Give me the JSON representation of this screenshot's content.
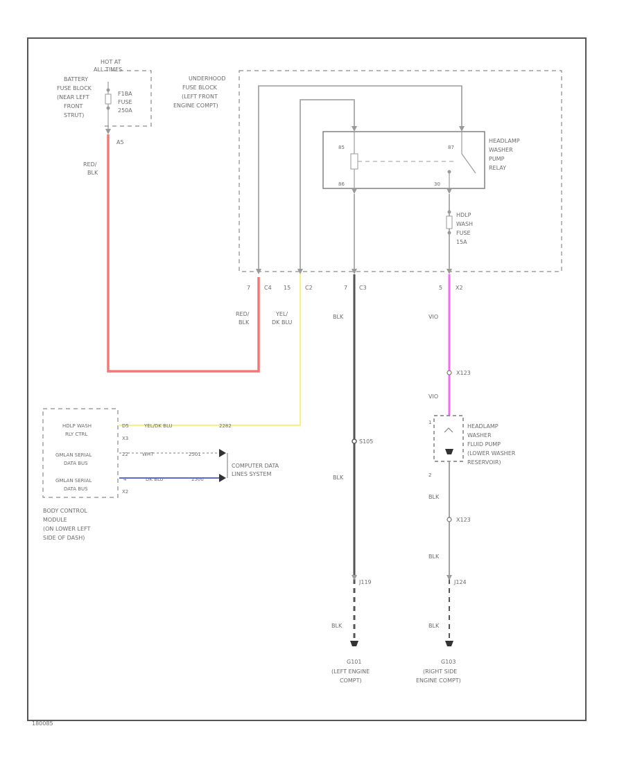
{
  "colors": {
    "red_blk": "#f07878",
    "yel_blk": "#f4f08a",
    "wht": "#aaaaaa",
    "dk_blu": "#5a6ad0",
    "vio": "#f06cf0",
    "blk": "#555555",
    "frame": "#555555"
  },
  "battery_fuse": {
    "hot_label_1": "HOT AT",
    "hot_label_2": "ALL TIMES",
    "location_lines": [
      "BATTERY",
      "FUSE BLOCK",
      "(NEAR LEFT",
      "FRONT",
      "STRUT)"
    ],
    "fuse_lines": [
      "F1BA",
      "FUSE",
      "250A"
    ],
    "pin": "A5"
  },
  "underhood_block": {
    "label_lines": [
      "UNDERHOOD",
      "FUSE BLOCK",
      "(LEFT FRONT",
      "ENGINE COMPT)"
    ],
    "relay_lines": [
      "HEADLAMP",
      "WASHER",
      "PUMP",
      "RELAY"
    ],
    "relay_pins": [
      "85",
      "87",
      "86",
      "30"
    ],
    "fuse_lines": [
      "HDLP",
      "WASH",
      "FUSE",
      "15A"
    ],
    "connectors": [
      {
        "pin": "7",
        "conn": "C4"
      },
      {
        "pin": "15",
        "conn": "C2"
      },
      {
        "pin": "7",
        "conn": "C3"
      },
      {
        "pin": "5",
        "conn": "X2"
      }
    ]
  },
  "wires": {
    "battery_feed": [
      "RED/",
      "BLK"
    ],
    "relay_feed": [
      "RED/",
      "BLK"
    ],
    "relay_control": [
      "YEL/",
      "DK BLU"
    ],
    "relay_ground": "BLK",
    "pump_feed": "VIO",
    "pump_feed_2": "VIO",
    "pump_ground": "BLK",
    "pump_ground_2": "BLK",
    "pump_ground_3": "BLK",
    "relay_ground_2": "BLK",
    "relay_ground_3": "BLK"
  },
  "bcm": {
    "rows": [
      {
        "label": "HDLP WASH",
        "label2": "RLY CTRL",
        "pin": "D5",
        "wire": "YEL/DK BLU",
        "circuit": "2282",
        "conn": "X3"
      },
      {
        "label": "GMLAN SERIAL",
        "label2": "DATA BUS",
        "pin": "22",
        "wire": "WHT",
        "circuit": "2501",
        "conn": ""
      },
      {
        "label": "GMLAN SERIAL",
        "label2": "DATA BUS",
        "pin": "4",
        "wire": "DK BLU",
        "circuit": "2500",
        "conn": "X2"
      }
    ],
    "location_lines": [
      "BODY CONTROL",
      "MODULE",
      "(ON LOWER LEFT",
      "SIDE OF DASH)"
    ],
    "data_link": [
      "COMPUTER DATA",
      "LINES SYSTEM"
    ]
  },
  "pump": {
    "lines": [
      "HEADLAMP",
      "WASHER",
      "FLUID PUMP",
      "(LOWER WASHER",
      "RESERVOIR)"
    ],
    "pin_top": "1",
    "pin_bottom": "2"
  },
  "splices": {
    "relay_splice": "S105",
    "pump_feed_conn": "X123",
    "pump_ground_conn": "X123",
    "left_conn": "J119",
    "right_conn": "J124"
  },
  "grounds": {
    "left_id": "G101",
    "left_lines": [
      "(LEFT ENGINE",
      "COMPT)"
    ],
    "right_id": "G103",
    "right_lines": [
      "(RIGHT SIDE",
      "ENGINE COMPT)"
    ]
  },
  "diagram_id": "180085"
}
